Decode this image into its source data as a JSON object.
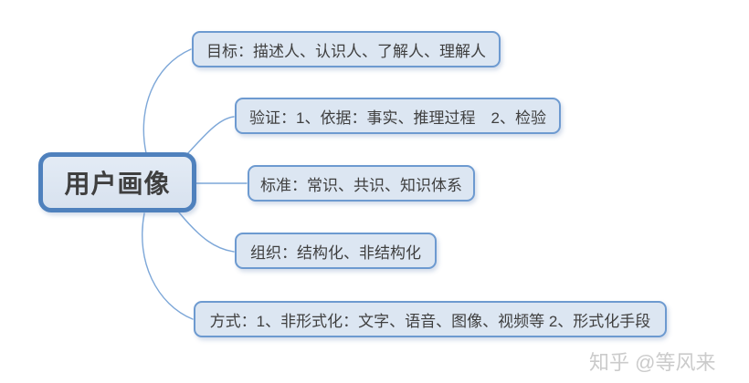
{
  "diagram": {
    "type": "mindmap",
    "root": {
      "label": "用户画像"
    },
    "branches": [
      {
        "label": "目标：描述人、认识人、了解人、理解人"
      },
      {
        "label": "验证：1、依据：事实、推理过程　2、检验"
      },
      {
        "label": "标准：常识、共识、知识体系"
      },
      {
        "label": "组织：结构化、非结构化"
      },
      {
        "label": "方式：1、非形式化：文字、语音、图像、视频等 2、形式化手段"
      }
    ],
    "colors": {
      "node_fill": "#dce6f2",
      "root_border": "#4f81bd",
      "branch_border": "#6d9ad0",
      "connector": "#7da7d8",
      "text": "#3f3f3f",
      "watermark": "#cbcbcb"
    }
  },
  "watermark": {
    "label": "知乎 @等风来"
  }
}
